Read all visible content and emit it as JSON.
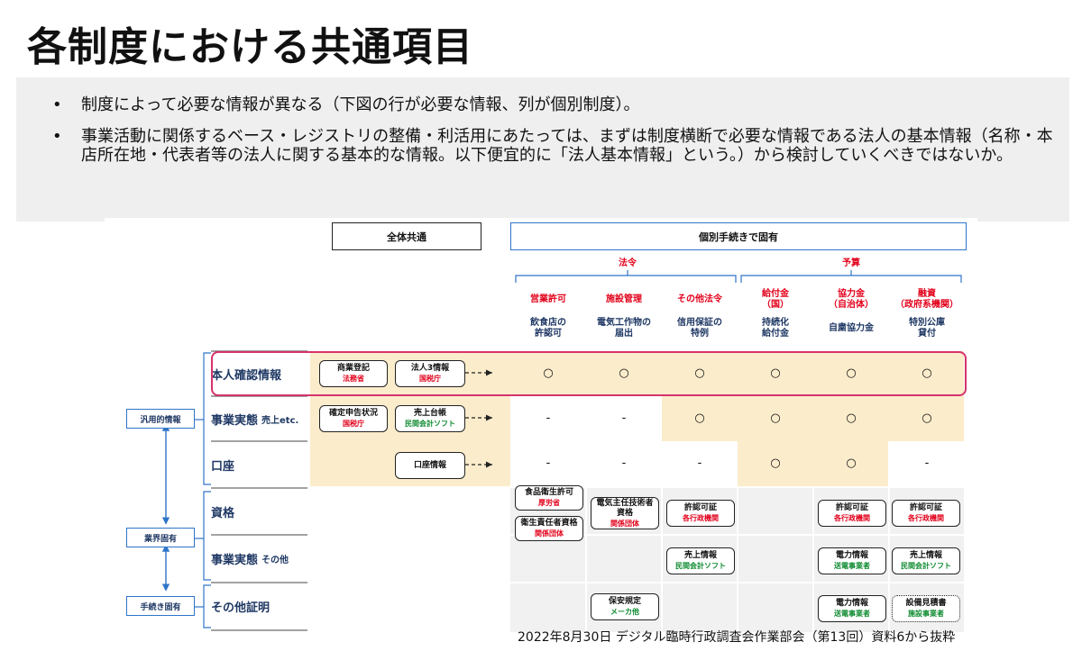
{
  "title": "各制度における共通項目",
  "bullets": [
    "制度によって必要な情報が異なる（下図の行が必要な情報、列が個別制度）。",
    "事業活動に関係するベース・レジストリの整備・利活用にあたっては、まずは制度横断で必要な情報である法人の基本情報（名称・本店所在地・代表者等の法人に関する基本的な情報。以下便宜的に「法人基本情報」という。）から検討していくべきではないか。"
  ],
  "bullet_mark": "•",
  "figure": {
    "common_header": "全体共通",
    "individual_header": "個別手続きで固有",
    "group_law": "法令",
    "group_budget": "予算",
    "categories": [
      {
        "label": "営業許可",
        "sub": ""
      },
      {
        "label": "施設管理",
        "sub": ""
      },
      {
        "label": "その他法令",
        "sub": ""
      },
      {
        "label": "給付金",
        "sub": "（国）"
      },
      {
        "label": "協力金",
        "sub": "（自治体）"
      },
      {
        "label": "融資",
        "sub": "（政府系機関）"
      }
    ],
    "procedures": [
      "飲食店の\n許認可",
      "電気工作物の\n届出",
      "信用保証の\n特例",
      "持続化\n給付金",
      "自粛協力金",
      "特別公庫\n貸付"
    ],
    "rows": [
      {
        "label": "本人確認情報",
        "sub": ""
      },
      {
        "label": "事業実態",
        "sub": "売上etc."
      },
      {
        "label": "口座",
        "sub": ""
      },
      {
        "label": "資格",
        "sub": ""
      },
      {
        "label": "事業実態",
        "sub": "その他"
      },
      {
        "label": "その他証明",
        "sub": ""
      }
    ],
    "side": {
      "general": "汎用的情報",
      "industry": "業界固有",
      "procedure": "手続き固有"
    },
    "common_boxes": {
      "r1a": {
        "title": "商業登記",
        "sub": "法務省"
      },
      "r1b": {
        "title": "法人3情報",
        "sub": "国税庁"
      },
      "r2a": {
        "title": "確定申告状況",
        "sub": "国税庁"
      },
      "r2b": {
        "title": "売上台帳",
        "sub": "民間会計ソフト"
      },
      "r3b": {
        "title": "口座情報",
        "sub": ""
      }
    },
    "marks": {
      "circle": "○",
      "dash": "-"
    },
    "row1_cells": [
      "○",
      "○",
      "○",
      "○",
      "○",
      "○"
    ],
    "row2_cells": [
      "-",
      "-",
      "○",
      "○",
      "○",
      "○"
    ],
    "row3_cells": [
      "-",
      "-",
      "-",
      "○",
      "○",
      "-"
    ],
    "individual_boxes": {
      "food": {
        "title": "食品衛生許可",
        "sub": "厚労省"
      },
      "hygiene": {
        "title": "衛生責任者資格",
        "sub": "関係団体"
      },
      "elec": {
        "title": "電気主任技術者\n資格",
        "sub": "関係団体"
      },
      "lic3": {
        "title": "許認可証",
        "sub": "各行政機関"
      },
      "lic5": {
        "title": "許認可証",
        "sub": "各行政機関"
      },
      "lic6": {
        "title": "許認可証",
        "sub": "各行政機関"
      },
      "sales3": {
        "title": "売上情報",
        "sub": "民間会計ソフト"
      },
      "power5": {
        "title": "電力情報",
        "sub": "送電事業者"
      },
      "sales6": {
        "title": "売上情報",
        "sub": "民間会計ソフト"
      },
      "safety": {
        "title": "保安規定",
        "sub": "メーカ他"
      },
      "power5b": {
        "title": "電力情報",
        "sub": "送電事業者"
      },
      "equip": {
        "title": "設備見積書",
        "sub": "施設事業者"
      }
    }
  },
  "caption": "2022年8月30日 デジタル臨時行政調査会作業部会（第13回）資料6から抜粋",
  "colors": {
    "highlight": "#d6336c",
    "blue": "#2e75c8",
    "yellow": "#fbeccb",
    "gray": "#f1f1f1",
    "red": "#e2001a",
    "green": "#0b8a2e"
  }
}
